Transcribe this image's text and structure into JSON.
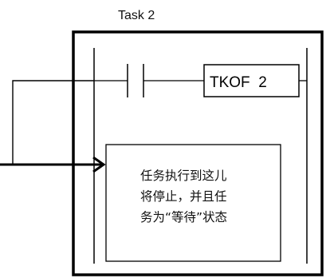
{
  "task_label": "Task 2",
  "instruction": "TKOF  2",
  "note_lines": [
    "任务执行到这儿",
    "将停止，并且任",
    "务为“等待”状态"
  ]
}
